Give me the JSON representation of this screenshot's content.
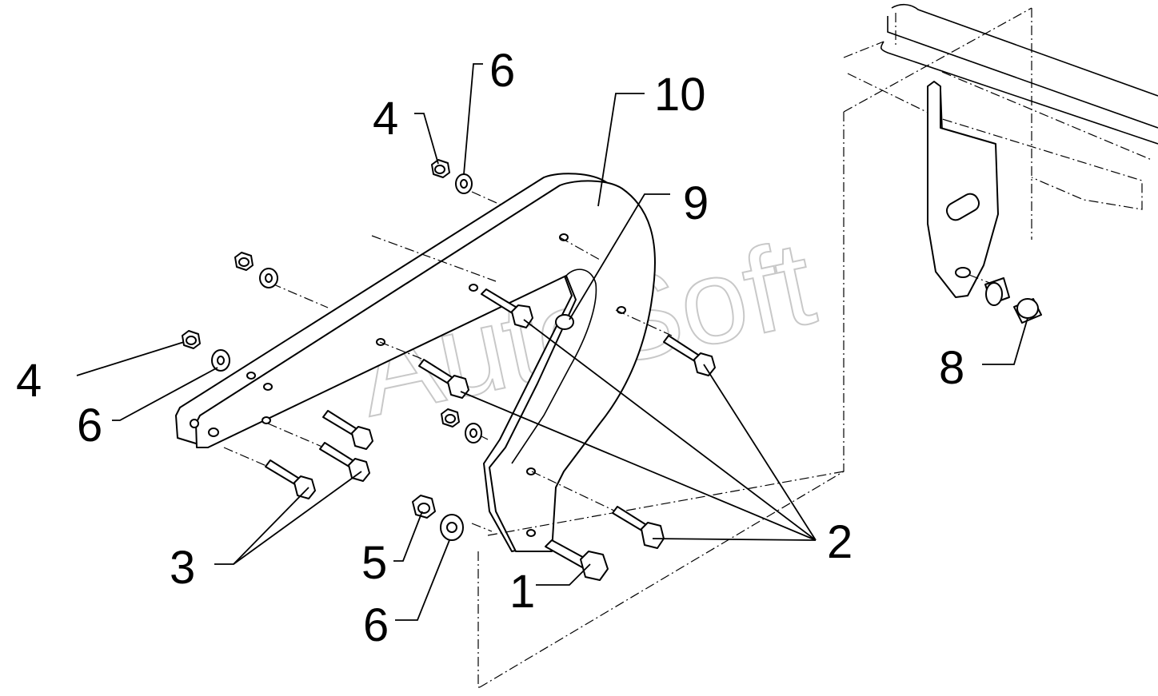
{
  "watermark": "AutoSoft",
  "callouts": [
    {
      "id": "c1",
      "label": "1"
    },
    {
      "id": "c2",
      "label": "2"
    },
    {
      "id": "c3",
      "label": "3"
    },
    {
      "id": "c4a",
      "label": "4"
    },
    {
      "id": "c4b",
      "label": "4"
    },
    {
      "id": "c5",
      "label": "5"
    },
    {
      "id": "c6a",
      "label": "6"
    },
    {
      "id": "c6b",
      "label": "6"
    },
    {
      "id": "c6c",
      "label": "6"
    },
    {
      "id": "c8",
      "label": "8"
    },
    {
      "id": "c9",
      "label": "9"
    },
    {
      "id": "c10",
      "label": "10"
    }
  ]
}
